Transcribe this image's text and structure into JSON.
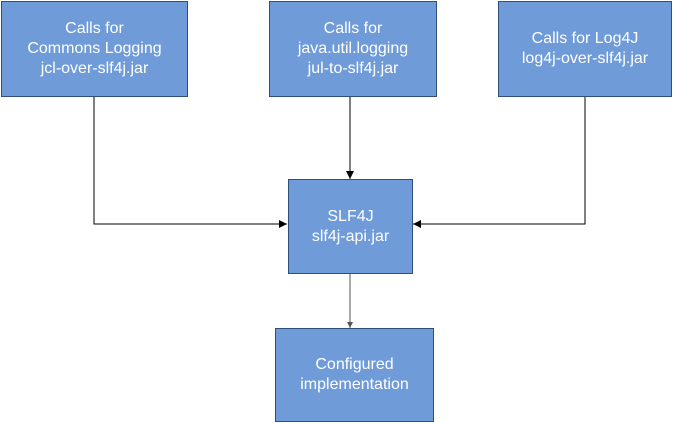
{
  "diagram": {
    "nodes": {
      "commons_logging": {
        "lines": [
          "Calls for",
          "Commons Logging",
          "jcl-over-slf4j.jar"
        ]
      },
      "java_util_logging": {
        "lines": [
          "Calls for",
          "java.util.logging",
          "jul-to-slf4j.jar"
        ]
      },
      "log4j": {
        "lines": [
          "Calls for Log4J",
          "log4j-over-slf4j.jar"
        ]
      },
      "slf4j": {
        "lines": [
          "SLF4J",
          "slf4j-api.jar"
        ]
      },
      "configured": {
        "lines": [
          "Configured",
          "implementation"
        ]
      }
    },
    "edges": [
      {
        "from": "commons_logging",
        "to": "slf4j"
      },
      {
        "from": "java_util_logging",
        "to": "slf4j"
      },
      {
        "from": "log4j",
        "to": "slf4j"
      },
      {
        "from": "slf4j",
        "to": "configured"
      }
    ]
  },
  "colors": {
    "box_fill": "#6f9bd9",
    "box_border": "#2f4e7a",
    "box_text": "#ffffff",
    "arrow": "#000000"
  }
}
